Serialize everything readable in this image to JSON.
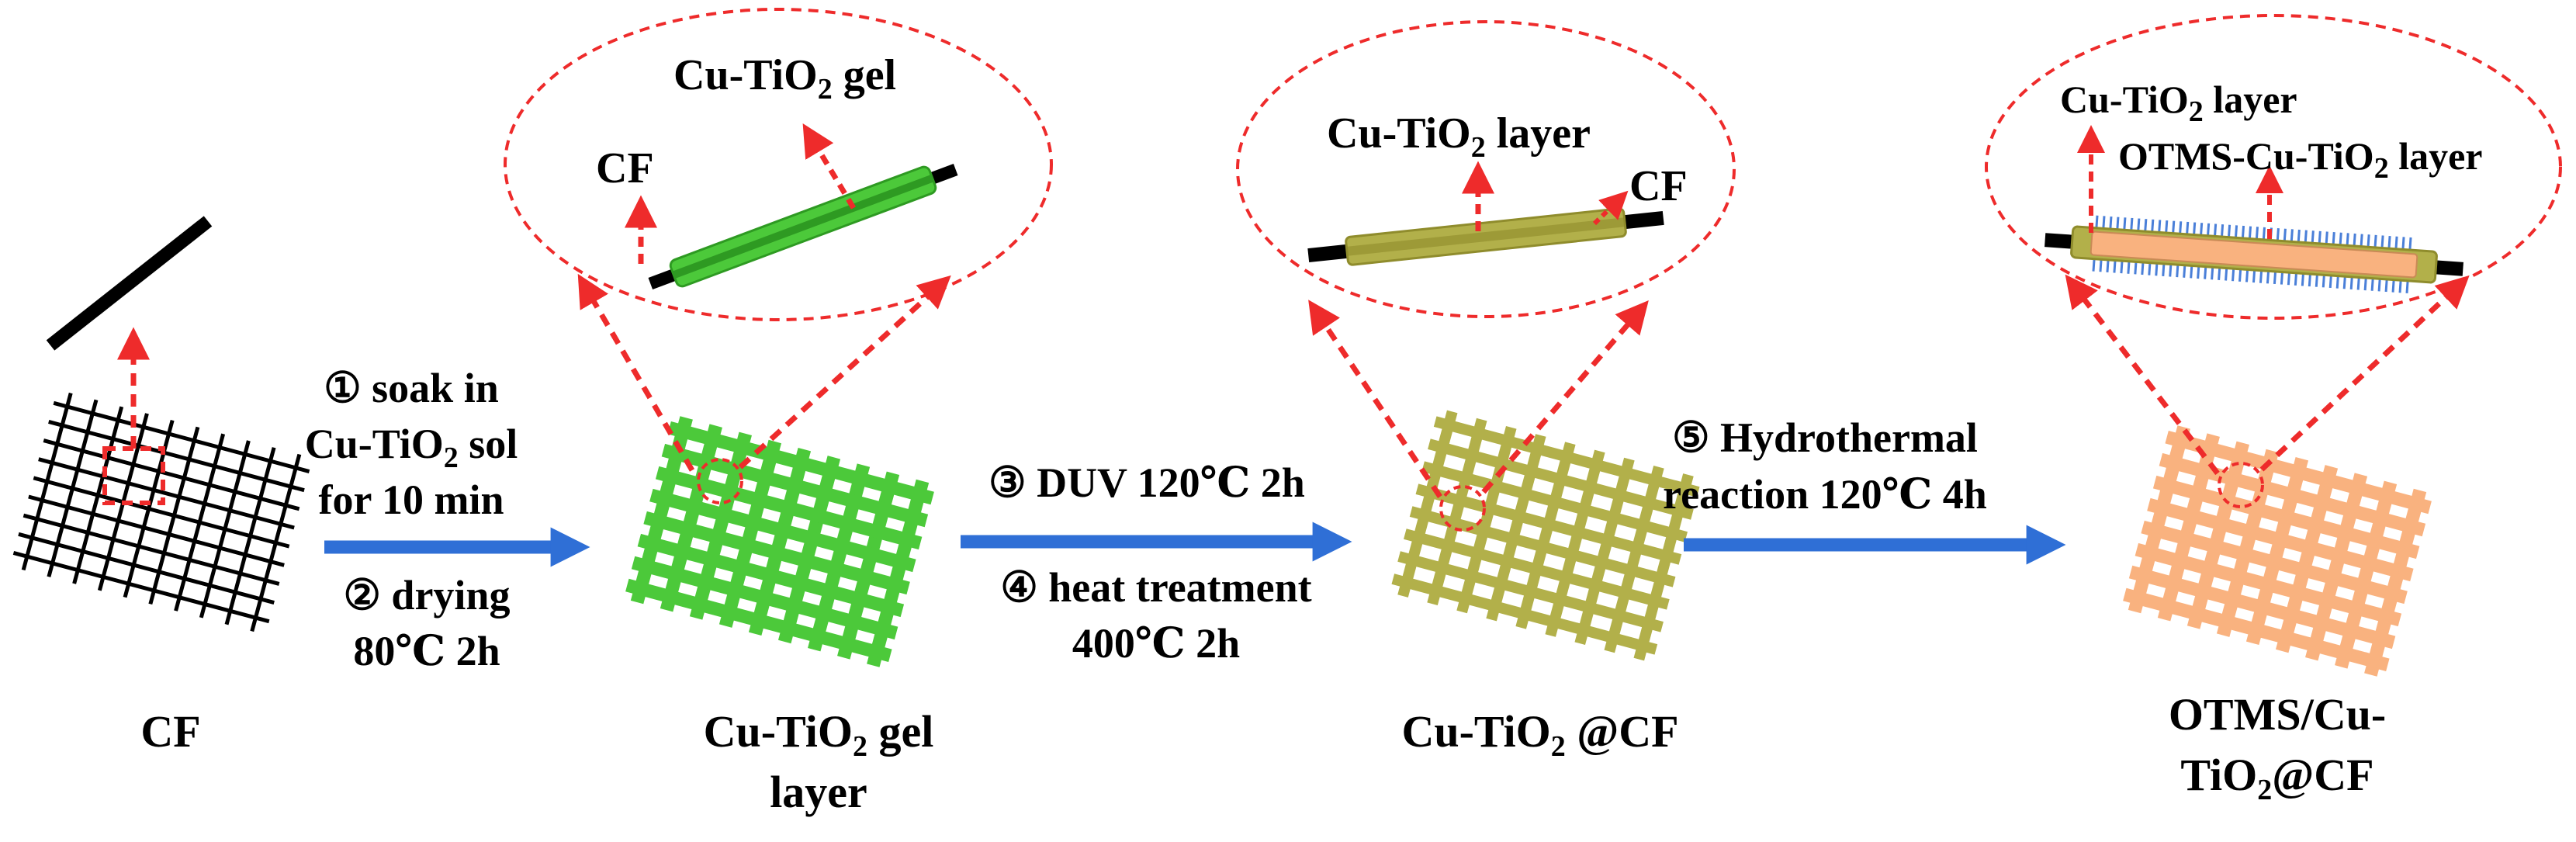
{
  "stages": {
    "cf": {
      "caption": "CF"
    },
    "gel": {
      "caption_line1_pre": "Cu-TiO",
      "caption_line1_sub": "2",
      "caption_line1_post": " gel",
      "caption_line2": "layer"
    },
    "ticf": {
      "caption_pre": "Cu-TiO",
      "caption_sub": "2",
      "caption_post": " @CF"
    },
    "otms": {
      "caption_line1": "OTMS/Cu-",
      "caption_line2_pre": "TiO",
      "caption_line2_sub": "2",
      "caption_line2_post": "@CF"
    }
  },
  "steps": {
    "s1_line1": "① soak in",
    "s1_line2_pre": "Cu-TiO",
    "s1_line2_sub": "2",
    "s1_line2_post": " sol",
    "s1_line3": "for 10 min",
    "s2_line1": "② drying",
    "s2_line2": "80℃ 2h",
    "s3": "③ DUV 120℃ 2h",
    "s4_line1": "④ heat treatment",
    "s4_line2": "400℃ 2h",
    "s5_line1": "⑤ Hydrothermal",
    "s5_line2": "reaction 120℃ 4h"
  },
  "zoom_labels": {
    "gel_layer_pre": "Cu-TiO",
    "gel_layer_sub": "2",
    "gel_layer_post": " gel",
    "gel_cf": "CF",
    "layer_pre": "Cu-TiO",
    "layer_sub": "2",
    "layer_post": " layer",
    "layer_cf": "CF",
    "otms_layer_pre": "Cu-TiO",
    "otms_layer_sub": "2",
    "otms_layer_post": " layer",
    "otms_outer_pre": "OTMS-Cu-TiO",
    "otms_outer_sub": "2",
    "otms_outer_post": " layer"
  },
  "colors": {
    "fiber": "#000000",
    "gel_green": "#4cc93a",
    "gel_dark": "#2e9a22",
    "tio2_olive": "#b2b04a",
    "tio2_dark": "#8f8c2c",
    "otms_orange": "#f9b27f",
    "otms_brush": "#4a7fd8",
    "process_arrow": "#2f6fd6",
    "zoom_red": "#ee2b2b"
  }
}
